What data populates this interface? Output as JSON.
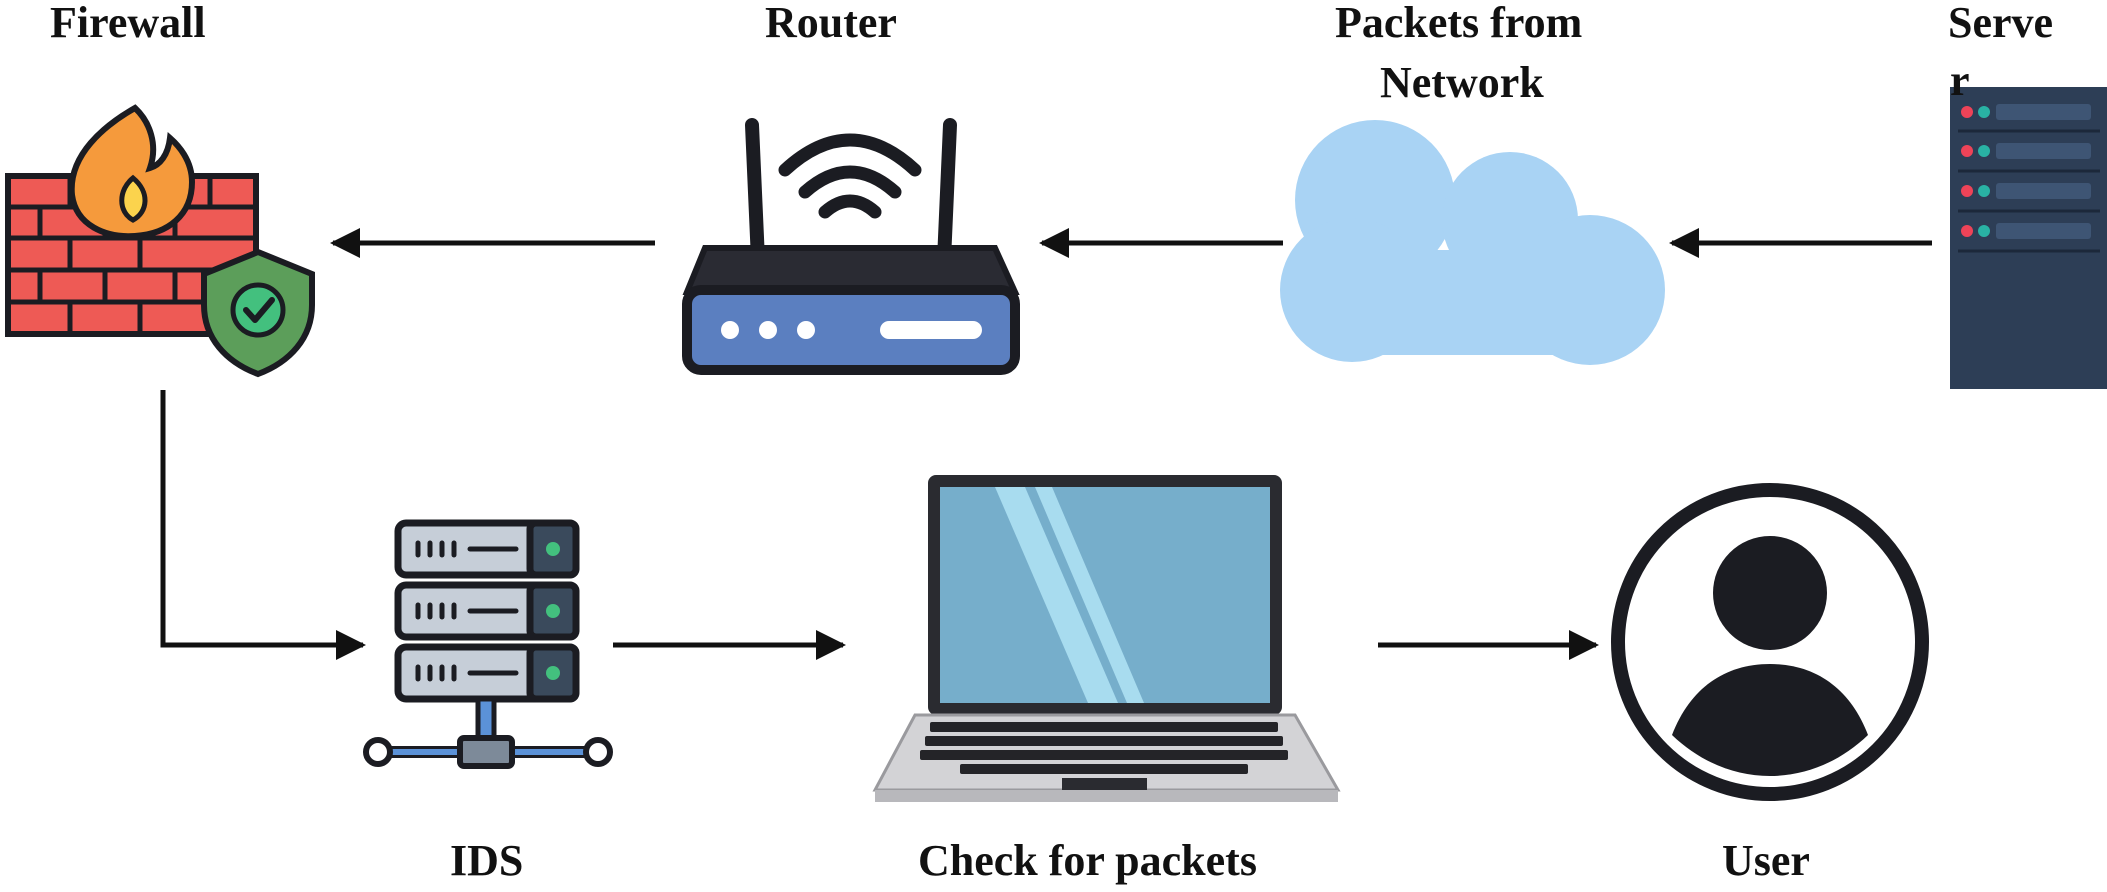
{
  "nodes": {
    "firewall": {
      "label": "Firewall",
      "icon": "firewall-icon"
    },
    "router": {
      "label": "Router",
      "icon": "router-icon"
    },
    "network": {
      "label_line1": "Packets from",
      "label_line2": "Network",
      "icon": "cloud-icon"
    },
    "server": {
      "label_line1": "Serve",
      "label_line2": "r",
      "icon": "server-rack-icon"
    },
    "ids": {
      "label": "IDS",
      "icon": "ids-server-icon"
    },
    "check": {
      "label": "Check for packets",
      "icon": "laptop-icon"
    },
    "user": {
      "label": "User",
      "icon": "user-icon"
    }
  },
  "flow": [
    "server",
    "network",
    "router",
    "firewall",
    "ids",
    "check",
    "user"
  ],
  "colors": {
    "brick": "#ee5a55",
    "flame": "#f59a3c",
    "shield": "#5c9e5a",
    "check_badge": "#43c07e",
    "router_panel": "#5b7fc0",
    "cloud": "#a9d3f4",
    "server_body": "#2d3e56",
    "laptop_screen": "#76aecb",
    "ids_plate": "#c6ced8",
    "ink": "#1b1c22"
  }
}
